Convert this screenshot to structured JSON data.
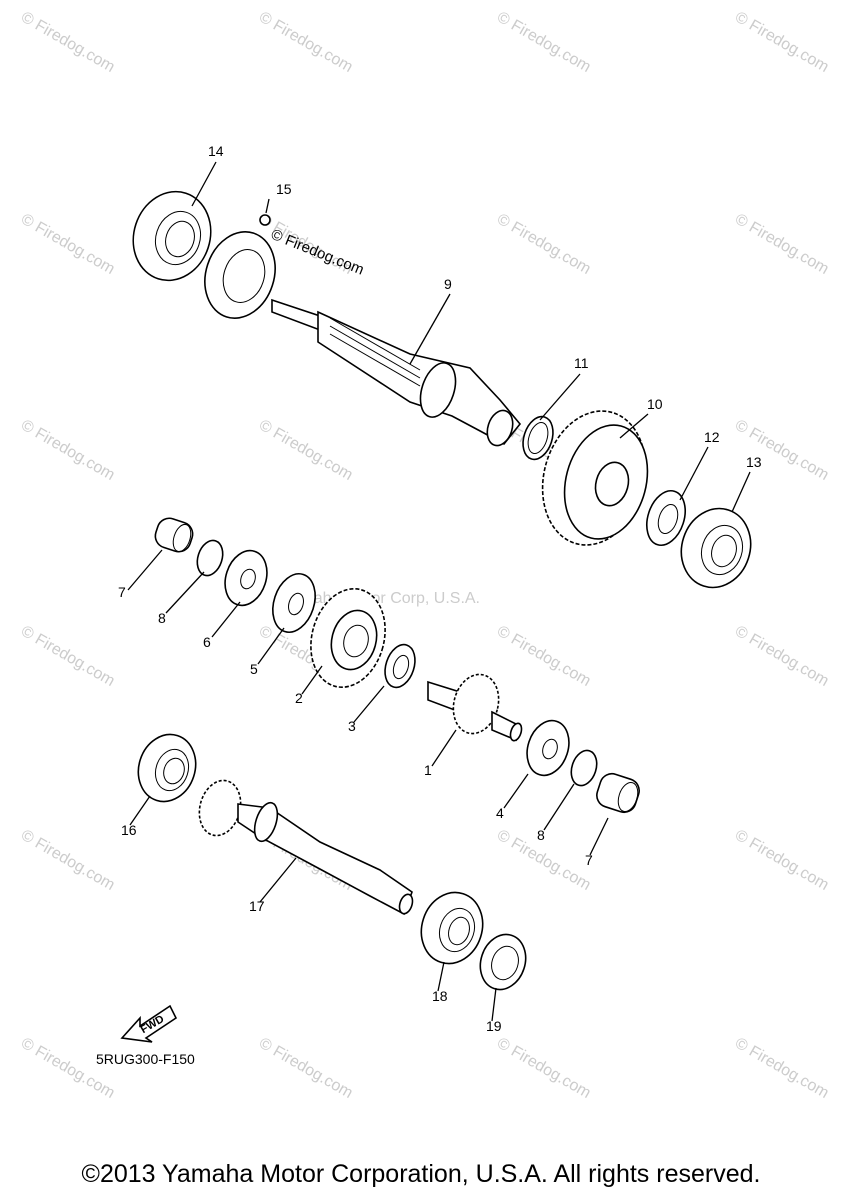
{
  "watermark_text": "© Firedog.com",
  "site_label": "© Firedog.com",
  "center_watermark": "Yamaha Motor Corp, U.S.A.",
  "callouts": [
    "14",
    "15",
    "9",
    "11",
    "10",
    "12",
    "13",
    "7",
    "8",
    "6",
    "5",
    "2",
    "3",
    "1",
    "4",
    "8",
    "7",
    "16",
    "17",
    "18",
    "19"
  ],
  "fwd_label": "FWD",
  "drawing_code": "5RUG300-F150",
  "copyright": "©2013 Yamaha Motor Corporation, U.S.A. All rights reserved."
}
